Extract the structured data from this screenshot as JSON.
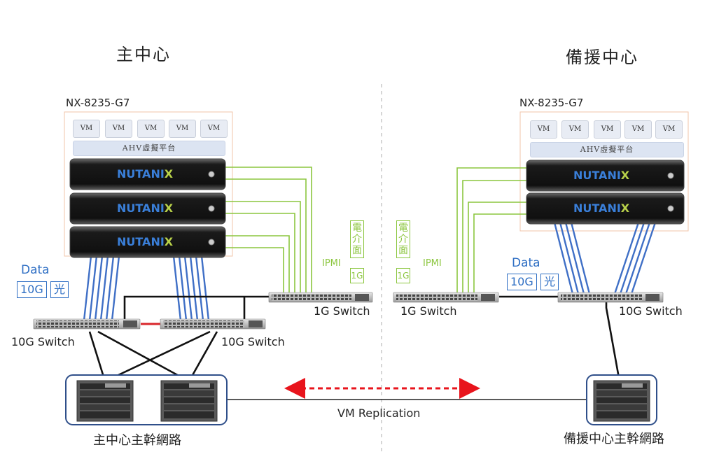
{
  "sites": {
    "primary": {
      "title": "主中心",
      "core_label": "主中心主幹網路"
    },
    "backup": {
      "title": "備援中心",
      "core_label": "備援中心主幹網路"
    }
  },
  "cluster": {
    "model": "NX-8235-G7",
    "vm_label": "VM",
    "hypervisor": "AHV虛擬平台",
    "node_brand": "NUTANIX",
    "primary_nodes": 3,
    "backup_nodes": 2,
    "primary_vms": 5,
    "backup_vms": 5
  },
  "ipmi": {
    "label": "IPMI",
    "medium": "電介面",
    "speed": "1G"
  },
  "data_link": {
    "label": "Data",
    "speed": "10G",
    "medium": "光"
  },
  "switches": {
    "ten_g": "10G Switch",
    "one_g": "1G Switch"
  },
  "replication": {
    "label": "VM Replication"
  },
  "colors": {
    "ipmi": "#8cc63f",
    "data": "#3f6fc6",
    "stack": "#d9262b",
    "replication": "#e8141c",
    "frame": "#f2c4a8",
    "core": "#2f4f8a"
  }
}
